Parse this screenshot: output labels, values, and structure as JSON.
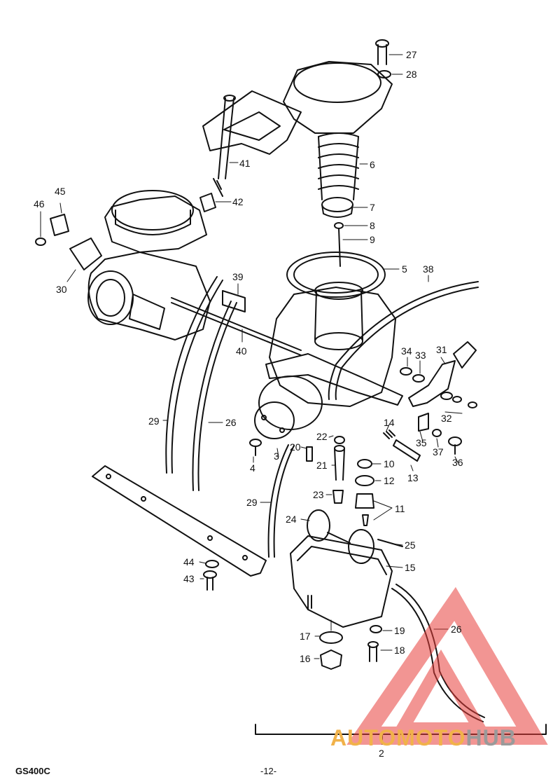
{
  "callouts": [
    {
      "id": "27",
      "text": "27"
    },
    {
      "id": "28",
      "text": "28"
    },
    {
      "id": "41",
      "text": "41"
    },
    {
      "id": "6",
      "text": "6"
    },
    {
      "id": "45",
      "text": "45"
    },
    {
      "id": "46",
      "text": "46"
    },
    {
      "id": "42",
      "text": "42"
    },
    {
      "id": "7",
      "text": "7"
    },
    {
      "id": "8",
      "text": "8"
    },
    {
      "id": "9",
      "text": "9"
    },
    {
      "id": "5",
      "text": "5"
    },
    {
      "id": "38",
      "text": "38"
    },
    {
      "id": "30",
      "text": "30"
    },
    {
      "id": "39",
      "text": "39"
    },
    {
      "id": "40",
      "text": "40"
    },
    {
      "id": "34",
      "text": "34"
    },
    {
      "id": "33",
      "text": "33"
    },
    {
      "id": "31",
      "text": "31"
    },
    {
      "id": "29a",
      "text": "29"
    },
    {
      "id": "26a",
      "text": "26"
    },
    {
      "id": "32",
      "text": "32"
    },
    {
      "id": "14",
      "text": "14"
    },
    {
      "id": "22",
      "text": "22"
    },
    {
      "id": "35",
      "text": "35"
    },
    {
      "id": "37",
      "text": "37"
    },
    {
      "id": "36",
      "text": "36"
    },
    {
      "id": "20",
      "text": "20"
    },
    {
      "id": "4",
      "text": "4"
    },
    {
      "id": "3",
      "text": "3"
    },
    {
      "id": "21",
      "text": "21"
    },
    {
      "id": "10",
      "text": "10"
    },
    {
      "id": "13",
      "text": "13"
    },
    {
      "id": "12",
      "text": "12"
    },
    {
      "id": "29b",
      "text": "29"
    },
    {
      "id": "23",
      "text": "23"
    },
    {
      "id": "11",
      "text": "11"
    },
    {
      "id": "24",
      "text": "24"
    },
    {
      "id": "25",
      "text": "25"
    },
    {
      "id": "44",
      "text": "44"
    },
    {
      "id": "15",
      "text": "15"
    },
    {
      "id": "43",
      "text": "43"
    },
    {
      "id": "26b",
      "text": "26"
    },
    {
      "id": "17",
      "text": "17"
    },
    {
      "id": "19",
      "text": "19"
    },
    {
      "id": "16",
      "text": "16"
    },
    {
      "id": "18",
      "text": "18"
    },
    {
      "id": "2",
      "text": "2"
    }
  ],
  "footer": {
    "model_code": "GS400C",
    "page_number": "-12-"
  },
  "watermark": {
    "part1": "AUTO",
    "part2": "MOTO",
    "part3": "HUB",
    "colors": {
      "triangle": "#e8403c",
      "text_orange": "#f1b24a",
      "text_grey": "#9a9a9a"
    }
  }
}
